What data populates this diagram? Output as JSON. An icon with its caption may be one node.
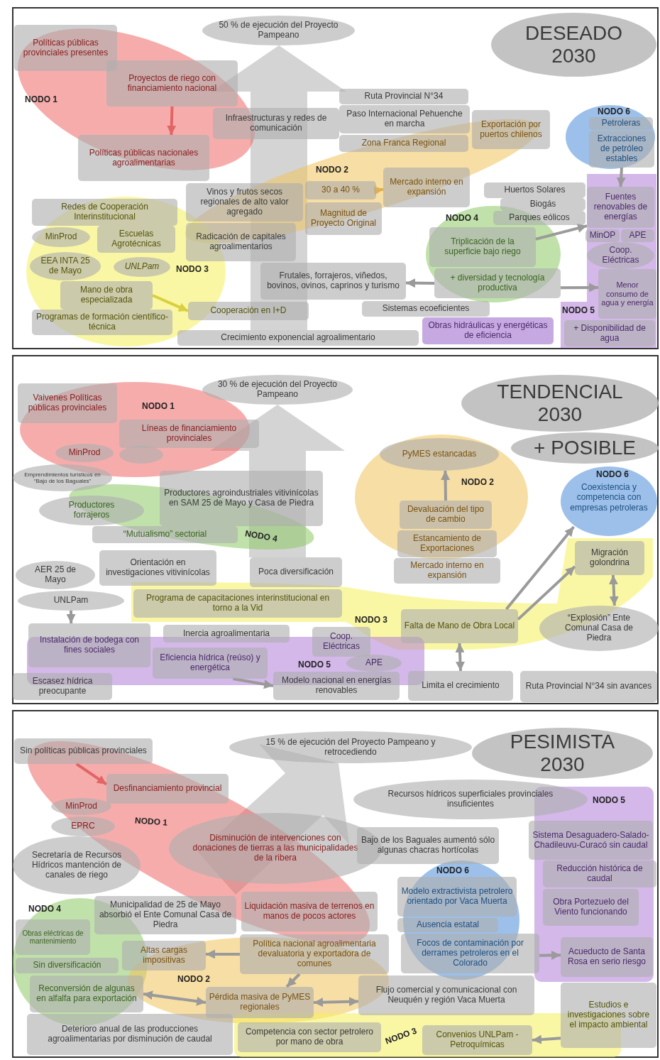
{
  "diagram": {
    "nodes": [
      {
        "text": [
          "DESEADO 2030"
        ]
      },
      {
        "text": [
          "50 % de ejecución del Proyecto Pampeano"
        ]
      },
      {
        "text": [
          "NODO 1"
        ]
      },
      {
        "text": [
          "Políticas públicas provinciales presentes"
        ],
        "in": 2
      },
      {
        "text": [
          "Proyectos de riego con financiamiento nacional"
        ],
        "in": 2
      },
      {
        "text": [
          "Políticas públicas nacionales agroalimentarias"
        ],
        "in": 2
      },
      {
        "text": [
          "Infraestructuras y redes de comunicación"
        ]
      },
      {
        "text": [
          "Ruta Provincial N°34"
        ]
      },
      {
        "text": [
          "Paso Internacional Pehuenche en marcha"
        ]
      },
      {
        "text": [
          "Zona Franca Regional"
        ],
        "in": 14
      },
      {
        "text": [
          "Exportación por puertos chilenos"
        ]
      },
      {
        "text": [
          "NODO 6"
        ]
      },
      {
        "text": [
          "Petroleras"
        ],
        "in": 11
      },
      {
        "text": [
          "Extracciones de petróleo estables"
        ],
        "in": 11
      },
      {
        "text": [
          "NODO 2"
        ]
      },
      {
        "text": [
          "Vinos y frutos secos regionales de alto valor agregado"
        ],
        "in": 14
      },
      {
        "text": [
          "30 a 40 %"
        ],
        "in": 14
      },
      {
        "text": [
          "Magnitud de Proyecto Original"
        ],
        "in": 14
      },
      {
        "text": [
          "Mercado interno en expansión"
        ],
        "in": 14
      },
      {
        "text": [
          "Radicación de capitales agroalimentarios"
        ]
      },
      {
        "text": [
          "NODO 3"
        ]
      },
      {
        "text": [
          "Redes de Cooperación Interinstitucional"
        ],
        "in": 20
      },
      {
        "text": [
          "MinProd"
        ],
        "in": 20
      },
      {
        "text": [
          "Escuelas Agrotécnicas"
        ],
        "in": 20
      },
      {
        "text": [
          "EEA INTA 25 de Mayo"
        ],
        "in": 20
      },
      {
        "text": [
          "UNLPam"
        ],
        "in": 20
      },
      {
        "text": [
          "Mano de obra especializada"
        ],
        "in": 20
      },
      {
        "text": [
          "Programas de formación científico-técnica"
        ],
        "in": 20
      },
      {
        "text": [
          "Cooperación en I+D"
        ]
      },
      {
        "text": [
          "Frutales, forrajeros, viñedos, bovinos, ovinos, caprinos y turismo"
        ]
      },
      {
        "text": [
          "Huertos Solares"
        ]
      },
      {
        "text": [
          "Biogás"
        ]
      },
      {
        "text": [
          "Parques eólicos"
        ]
      },
      {
        "text": [
          "NODO 4"
        ]
      },
      {
        "text": [
          "Triplicación de la superficie bajo riego"
        ],
        "in": 33
      },
      {
        "text": [
          "+ diversidad y tecnología productiva"
        ],
        "in": 33
      },
      {
        "text": [
          "Sistemas ecoeficientes"
        ]
      },
      {
        "text": [
          "NODO 5"
        ]
      },
      {
        "text": [
          "Fuentes renovables de energías"
        ],
        "in": 37
      },
      {
        "text": [
          "MinOP"
        ],
        "in": 37
      },
      {
        "text": [
          "APE"
        ],
        "in": 37
      },
      {
        "text": [
          "Coop. Eléctricas"
        ],
        "in": 37
      },
      {
        "text": [
          "Menor consumo de agua y energía"
        ],
        "in": 37
      },
      {
        "text": [
          "Obras hidráulicas y energéticas de eficiencia"
        ]
      },
      {
        "text": [
          "+ Disponibilidad de agua"
        ],
        "in": 37
      },
      {
        "text": [
          "Crecimiento exponencial agroalimentario"
        ]
      },
      {
        "text": [
          "TENDENCIAL 2030"
        ]
      },
      {
        "text": [
          "+ POSIBLE"
        ]
      },
      {
        "text": [
          "30 % de ejecución del Proyecto Pampeano"
        ]
      },
      {
        "text": [
          "NODO 1"
        ]
      },
      {
        "text": [
          "Vaivenes Políticas públicas provinciales"
        ],
        "in": 49
      },
      {
        "text": [
          "Líneas de financiamiento provinciales"
        ],
        "in": 49
      },
      {
        "text": [
          "MinProd"
        ],
        "in": 49
      },
      {
        "text": [],
        "shape": "circle",
        "in": 49
      },
      {
        "text": [
          "Emprendimientos turísticos en “Bajo de los Baguales”"
        ]
      },
      {
        "text": [
          "NODO 4"
        ]
      },
      {
        "text": [
          "Productores agroindustriales vitivinícolas en SAM 25 de Mayo y Casa de Piedra"
        ]
      },
      {
        "text": [
          "Productores forrajeros"
        ]
      },
      {
        "text": [
          "“Mutualismo” sectorial"
        ],
        "in": 55
      },
      {
        "text": [
          "NODO 2"
        ]
      },
      {
        "text": [
          "PyMES estancadas"
        ],
        "in": 59
      },
      {
        "text": [
          "Devaluación del tipo de cambio"
        ],
        "in": 59
      },
      {
        "text": [
          "Estancamiento de Exportaciones"
        ],
        "in": 59
      },
      {
        "text": [
          "Mercado interno en expansión"
        ]
      },
      {
        "text": [
          "NODO 6",
          "Coexistencia y competencia con empresas petroleras"
        ]
      },
      {
        "text": [
          "Migración golondrina"
        ],
        "in": 69
      },
      {
        "text": [
          "Orientación en investigaciones vitivinícolas"
        ]
      },
      {
        "text": [
          "AER 25 de Mayo"
        ]
      },
      {
        "text": [
          "Poca diversificación"
        ]
      },
      {
        "text": [
          "NODO 3"
        ]
      },
      {
        "text": [
          "UNLPam"
        ]
      },
      {
        "text": [
          "Programa de capacitaciones interinstitucional en torno a la Vid"
        ],
        "in": 69
      },
      {
        "text": [
          "Falta de Mano de Obra Local"
        ],
        "in": 69
      },
      {
        "text": [
          "“Explosión” Ente Comunal Casa de Piedra"
        ]
      },
      {
        "text": [
          "NODO 5"
        ]
      },
      {
        "text": [
          "Instalación de bodega con fines sociales"
        ]
      },
      {
        "text": [
          "Inercia agroalimentaria"
        ]
      },
      {
        "text": [
          "Coop. Eléctricas"
        ]
      },
      {
        "text": [
          "APE"
        ],
        "in": 74
      },
      {
        "text": [
          "Eficiencia hídrica (reúso) y energética"
        ],
        "in": 74
      },
      {
        "text": [
          "Escasez hídrica preocupante"
        ]
      },
      {
        "text": [
          "Modelo nacional en energías renovables"
        ]
      },
      {
        "text": [
          "Limita el crecimiento"
        ]
      },
      {
        "text": [
          "Ruta Provincial N°34 sin avances"
        ]
      },
      {
        "text": [
          "PESIMISTA 2030"
        ]
      },
      {
        "text": [
          "15 % de ejecución del Proyecto Pampeano y retrocediendo"
        ]
      },
      {
        "text": [
          "NODO 1"
        ]
      },
      {
        "text": [
          "Sin políticas públicas provinciales"
        ],
        "in": 86
      },
      {
        "text": [
          "Desfinanciamiento provincial"
        ],
        "in": 86
      },
      {
        "text": [
          "MinProd"
        ],
        "in": 86
      },
      {
        "text": [
          "EPRC"
        ],
        "in": 86
      },
      {
        "text": [
          "Secretaría de Recursos Hídricos mantención de canales de riego"
        ],
        "in": 86
      },
      {
        "text": [
          "Disminución de intervenciones con donaciones de tierras a las municipalidades de la ribera"
        ],
        "in": 86
      },
      {
        "text": [
          "Recursos hídricos superficiales provinciales insuficientes"
        ]
      },
      {
        "text": [
          "NODO 5"
        ]
      },
      {
        "text": [
          "Sistema Desaguadero-Salado-Chadileuvu-Curacó sin caudal"
        ],
        "in": 94
      },
      {
        "text": [
          "Reducción histórica de caudal"
        ],
        "in": 94
      },
      {
        "text": [
          "Obra Portezuelo del Viento funcionando"
        ],
        "in": 94
      },
      {
        "text": [
          "Acueducto de Santa Rosa en serio riesgo"
        ],
        "in": 94
      },
      {
        "text": [
          "Bajo de los Baguales aumentó sólo algunas chacras hortícolas"
        ]
      },
      {
        "text": [
          "NODO 6"
        ]
      },
      {
        "text": [
          "Modelo extractivista petrolero orientado por Vaca Muerta"
        ],
        "in": 100
      },
      {
        "text": [
          "Ausencia estatal"
        ],
        "in": 100
      },
      {
        "text": [
          "Focos de contaminación por derrames petroleros en el Colorado"
        ],
        "in": 100
      },
      {
        "text": [
          "Municipalidad de 25 de Mayo absorbió el Ente Comunal Casa de Piedra"
        ],
        "in": 86
      },
      {
        "text": [
          "Liquidación masiva de terrenos en manos de pocos actores"
        ],
        "in": 86
      },
      {
        "text": [
          "NODO 4"
        ]
      },
      {
        "text": [
          "Obras eléctricas de mantenimiento"
        ],
        "in": 106
      },
      {
        "text": [
          "Altas cargas impositivas"
        ],
        "in": 110
      },
      {
        "text": [
          "Política nacional agroalimentaria devaluatoria y exportadora de comunes"
        ],
        "in": 110
      },
      {
        "text": [
          "NODO 2"
        ]
      },
      {
        "text": [
          "Sin diversificación"
        ],
        "in": 106
      },
      {
        "text": [
          "Reconversión de algunas en alfalfa para exportación"
        ],
        "in": 106
      },
      {
        "text": [
          "Pérdida masiva de PyMES regionales"
        ],
        "in": 110
      },
      {
        "text": [
          "Flujo comercial y comunicacional con Neuquén y región Vaca Muerta"
        ]
      },
      {
        "text": [
          "Estudios e investigaciones sobre el impacto ambiental"
        ]
      },
      {
        "text": [
          "NODO 3"
        ]
      },
      {
        "text": [
          "Deterioro anual de las producciones agroalimentarias por disminución de caudal"
        ]
      },
      {
        "text": [
          "Competencia con sector petrolero por mano de obra"
        ],
        "in": 116
      },
      {
        "text": [
          "Convenios UNLPam - Petroquímicas"
        ],
        "in": 116
      }
    ],
    "edges": [
      {
        "from": 4,
        "to": 5,
        "arrow": "to",
        "color": "#e06666"
      },
      {
        "from": 26,
        "to": 28,
        "arrow": "to",
        "color": "#d8d040"
      },
      {
        "from": 16,
        "to": 18,
        "arrow": "to",
        "color": "#e0b050"
      },
      {
        "from": 35,
        "to": 29,
        "arrow": "to"
      },
      {
        "from": 35,
        "to": 42,
        "arrow": "to"
      },
      {
        "from": 13,
        "to": 38,
        "arrow": "to"
      },
      {
        "from": 34,
        "to": 38,
        "arrow": "to"
      },
      {
        "from": 61,
        "to": 60,
        "arrow": "to"
      },
      {
        "from": 72,
        "to": 82,
        "arrow": "both"
      },
      {
        "from": 65,
        "to": 73,
        "arrow": "both"
      },
      {
        "from": 72,
        "to": 64,
        "arrow": "to"
      },
      {
        "from": 72,
        "to": 65,
        "arrow": "to"
      },
      {
        "from": 70,
        "to": 75,
        "arrow": "to"
      },
      {
        "from": 79,
        "to": 81,
        "arrow": "to"
      },
      {
        "from": 87,
        "to": 88,
        "arrow": "to",
        "color": "#e06666"
      },
      {
        "from": 109,
        "to": 108,
        "arrow": "to"
      },
      {
        "from": 109,
        "to": 113,
        "arrow": "to"
      },
      {
        "from": 113,
        "to": 112,
        "arrow": "both"
      },
      {
        "from": 115,
        "to": 119,
        "arrow": "to"
      },
      {
        "from": 103,
        "to": 98,
        "arrow": "to"
      },
      {
        "from": 114,
        "to": 113,
        "arrow": "both"
      },
      {
        "from": 45,
        "to": 1,
        "arrow": "to",
        "style": "thick",
        "color": "#d4d4d4"
      },
      {
        "from": 68,
        "to": 48,
        "arrow": "to",
        "style": "thick",
        "color": "#d4d4d4"
      },
      {
        "from": 86,
        "to": 85,
        "arrow": "to",
        "style": "thick",
        "color": "#d4d4d4"
      }
    ]
  }
}
